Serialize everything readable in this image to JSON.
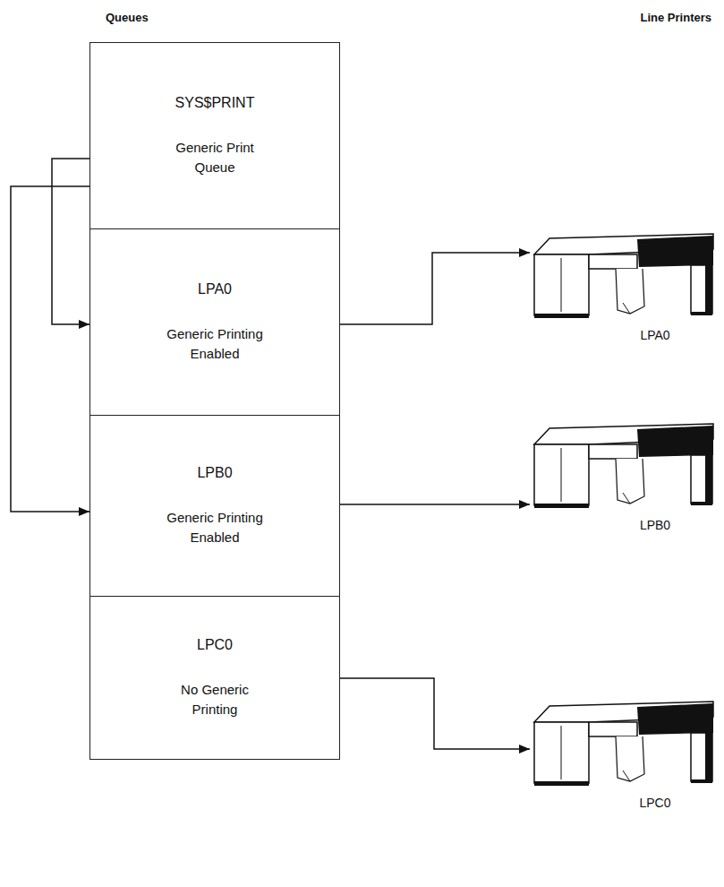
{
  "diagram": {
    "nodes": [
      {
        "text": [
          "SYS$PRINT",
          "Generic Print Queue"
        ]
      },
      {
        "text": [
          "LPA0",
          "Generic Printing Enabled"
        ]
      },
      {
        "text": [
          "LPB0",
          "Generic Printing Enabled"
        ]
      },
      {
        "text": [
          "LPC0",
          "No Generic Printing"
        ]
      },
      {
        "text": [
          "LPA0"
        ]
      },
      {
        "text": [
          "LPB0"
        ]
      },
      {
        "text": [
          "LPC0"
        ]
      }
    ],
    "edges": [
      {
        "from": 0,
        "to": 1,
        "arrow": "to"
      },
      {
        "from": 0,
        "to": 2,
        "arrow": "to"
      },
      {
        "from": 1,
        "to": 4,
        "arrow": "to"
      },
      {
        "from": 2,
        "to": 5,
        "arrow": "to"
      },
      {
        "from": 3,
        "to": 6,
        "arrow": "to"
      }
    ],
    "labels": [
      "Queues",
      "Line Printers"
    ]
  }
}
